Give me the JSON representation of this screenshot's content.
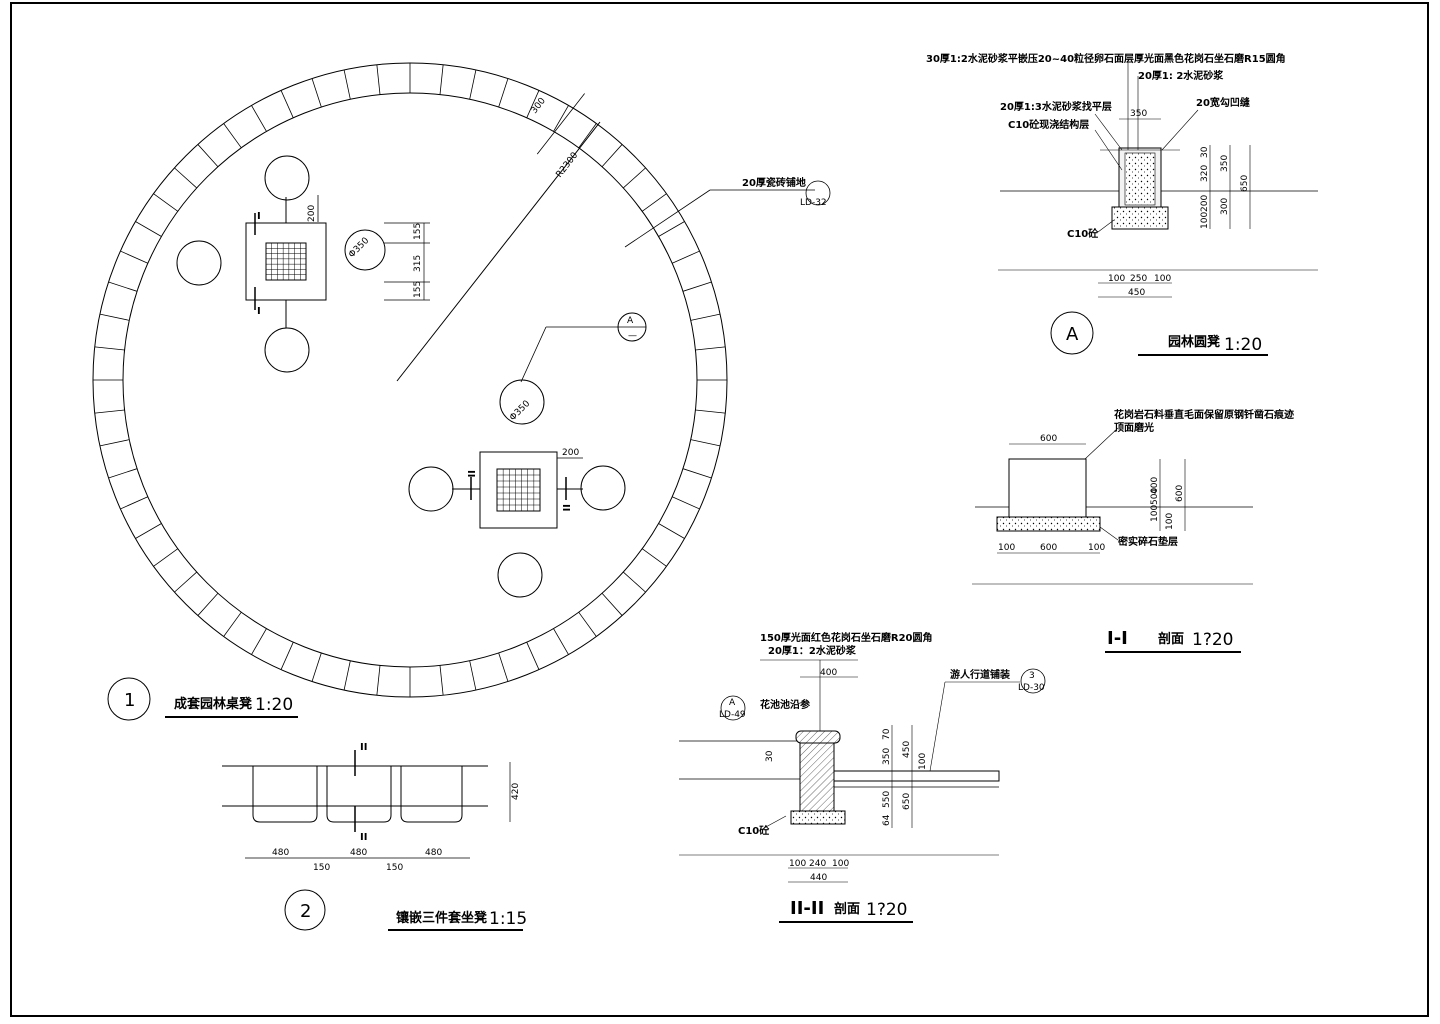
{
  "plan": {
    "dims": {
      "r_ring": "R2300",
      "w_ring": "300",
      "d_seat_1": "Φ350",
      "d_seat_2": "Φ350",
      "v1": "155",
      "v2": "315",
      "v3": "155",
      "h1": "200",
      "h2": "200"
    },
    "paving_note": "20厚瓷砖铺地",
    "paving_ref": "LD-32",
    "detail_ref_top": "A",
    "detail_ref_bottom": "—",
    "section_I": "I",
    "section_II": "II"
  },
  "detail_A": {
    "note_top": "30厚1:2水泥砂浆平嵌压20~40粒径卵石面层厚光面黑色花岗石坐石磨R15圆角",
    "note_mortar": "20厚1: 2水泥砂浆",
    "note_level": "20厚1:3水泥砂浆找平层",
    "note_joint": "20宽勾凹缝",
    "note_struct": "C10砼现浇结构层",
    "note_base": "C10砼",
    "dims": {
      "top": "350",
      "r1": "30",
      "r2": "320",
      "r3": "200",
      "r4": "100",
      "rr1": "350",
      "rr2": "300",
      "rr3": "650",
      "b1": "100",
      "b2": "250",
      "b3": "100",
      "btot": "450"
    }
  },
  "section_I_I": {
    "note1": "花岗岩石料垂直毛面保留原钢钎凿石痕迹",
    "note2": "顶面磨光",
    "note_base": "密实碎石垫层",
    "dims": {
      "top": "600",
      "v1": "400",
      "v2": "100",
      "v3": "100",
      "v4": "500",
      "v5": "600",
      "b1": "100",
      "b2": "600",
      "b3": "100"
    }
  },
  "section_II_II": {
    "note_stone": "150厚光面红色花岗石坐石磨R20圆角",
    "note_mortar": "20厚1：2水泥砂浆",
    "note_bed": "花池池沿参",
    "note_path": "游人行道铺装",
    "note_base": "C10砼",
    "ref_a_top": "A",
    "ref_a_bottom": "LD-49",
    "ref_3_top": "3",
    "ref_3_bottom": "LD-30",
    "dims": {
      "top": "400",
      "left": "30",
      "a1": "70",
      "a2": "350",
      "a3": "550",
      "a4": "64",
      "b1": "450",
      "b2": "650",
      "c1": "100",
      "w1": "100",
      "w2": "240",
      "w3": "100",
      "wtot": "440"
    }
  },
  "bench_plan": {
    "dims": {
      "w1": "480",
      "g1": "150",
      "w2": "480",
      "g2": "150",
      "w3": "480",
      "h": "420"
    },
    "section_top": "II",
    "section_bottom": "II"
  },
  "titles": {
    "t1": {
      "num": "1",
      "text": "成套园林桌凳",
      "scale": "1:20"
    },
    "t2": {
      "num": "2",
      "text": "镶嵌三件套坐凳",
      "scale": "1:15"
    },
    "tA": {
      "num": "A",
      "text": "园林圆凳",
      "scale": "1:20"
    },
    "tI": {
      "prefix": "I-I",
      "text": "剖面",
      "scale": "1?20"
    },
    "tII": {
      "prefix": "II-II",
      "text": "剖面",
      "scale": "1?20"
    }
  }
}
